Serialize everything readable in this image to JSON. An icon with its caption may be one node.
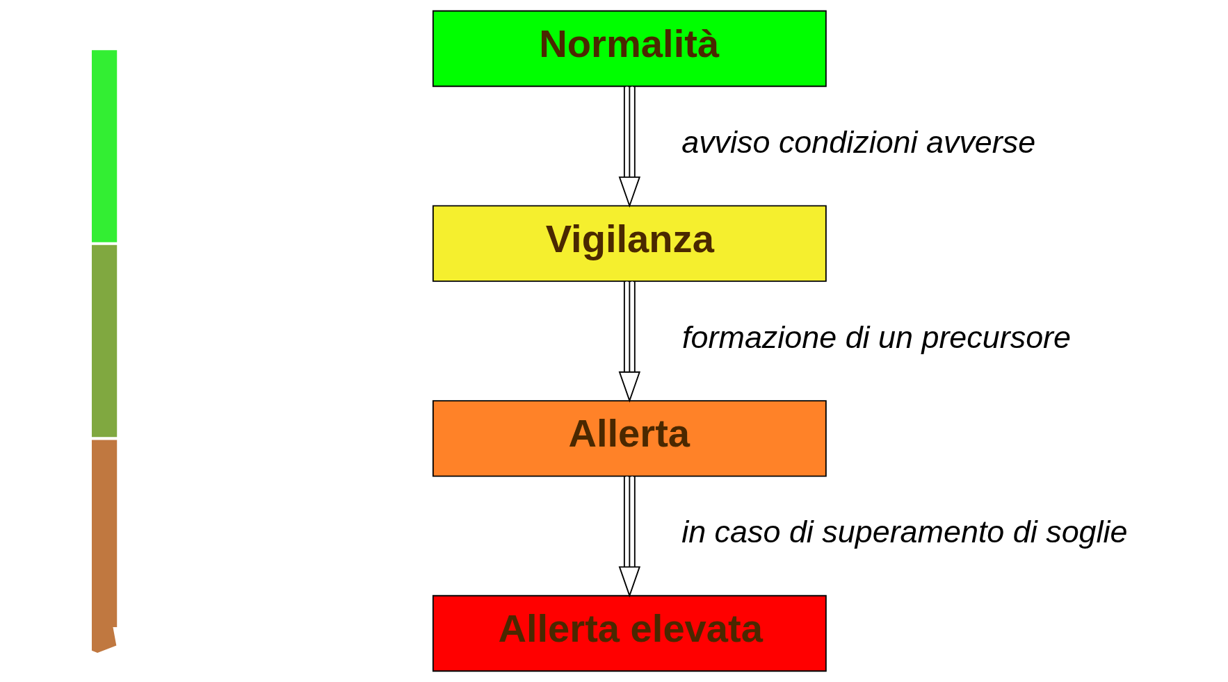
{
  "diagram": {
    "nodes": [
      {
        "text": [
          "Normalità"
        ]
      },
      {
        "text": [
          "Vigilanza"
        ]
      },
      {
        "text": [
          "Allerta"
        ]
      },
      {
        "text": [
          "Allerta elevata"
        ]
      }
    ],
    "edges": [
      {
        "from": 0,
        "to": 1,
        "arrow": "to",
        "label": "avviso condizioni avverse"
      },
      {
        "from": 1,
        "to": 2,
        "arrow": "to",
        "label": "formazione di un precursore"
      },
      {
        "from": 2,
        "to": 3,
        "arrow": "to",
        "label": "in caso di superamento di soglie"
      }
    ]
  }
}
